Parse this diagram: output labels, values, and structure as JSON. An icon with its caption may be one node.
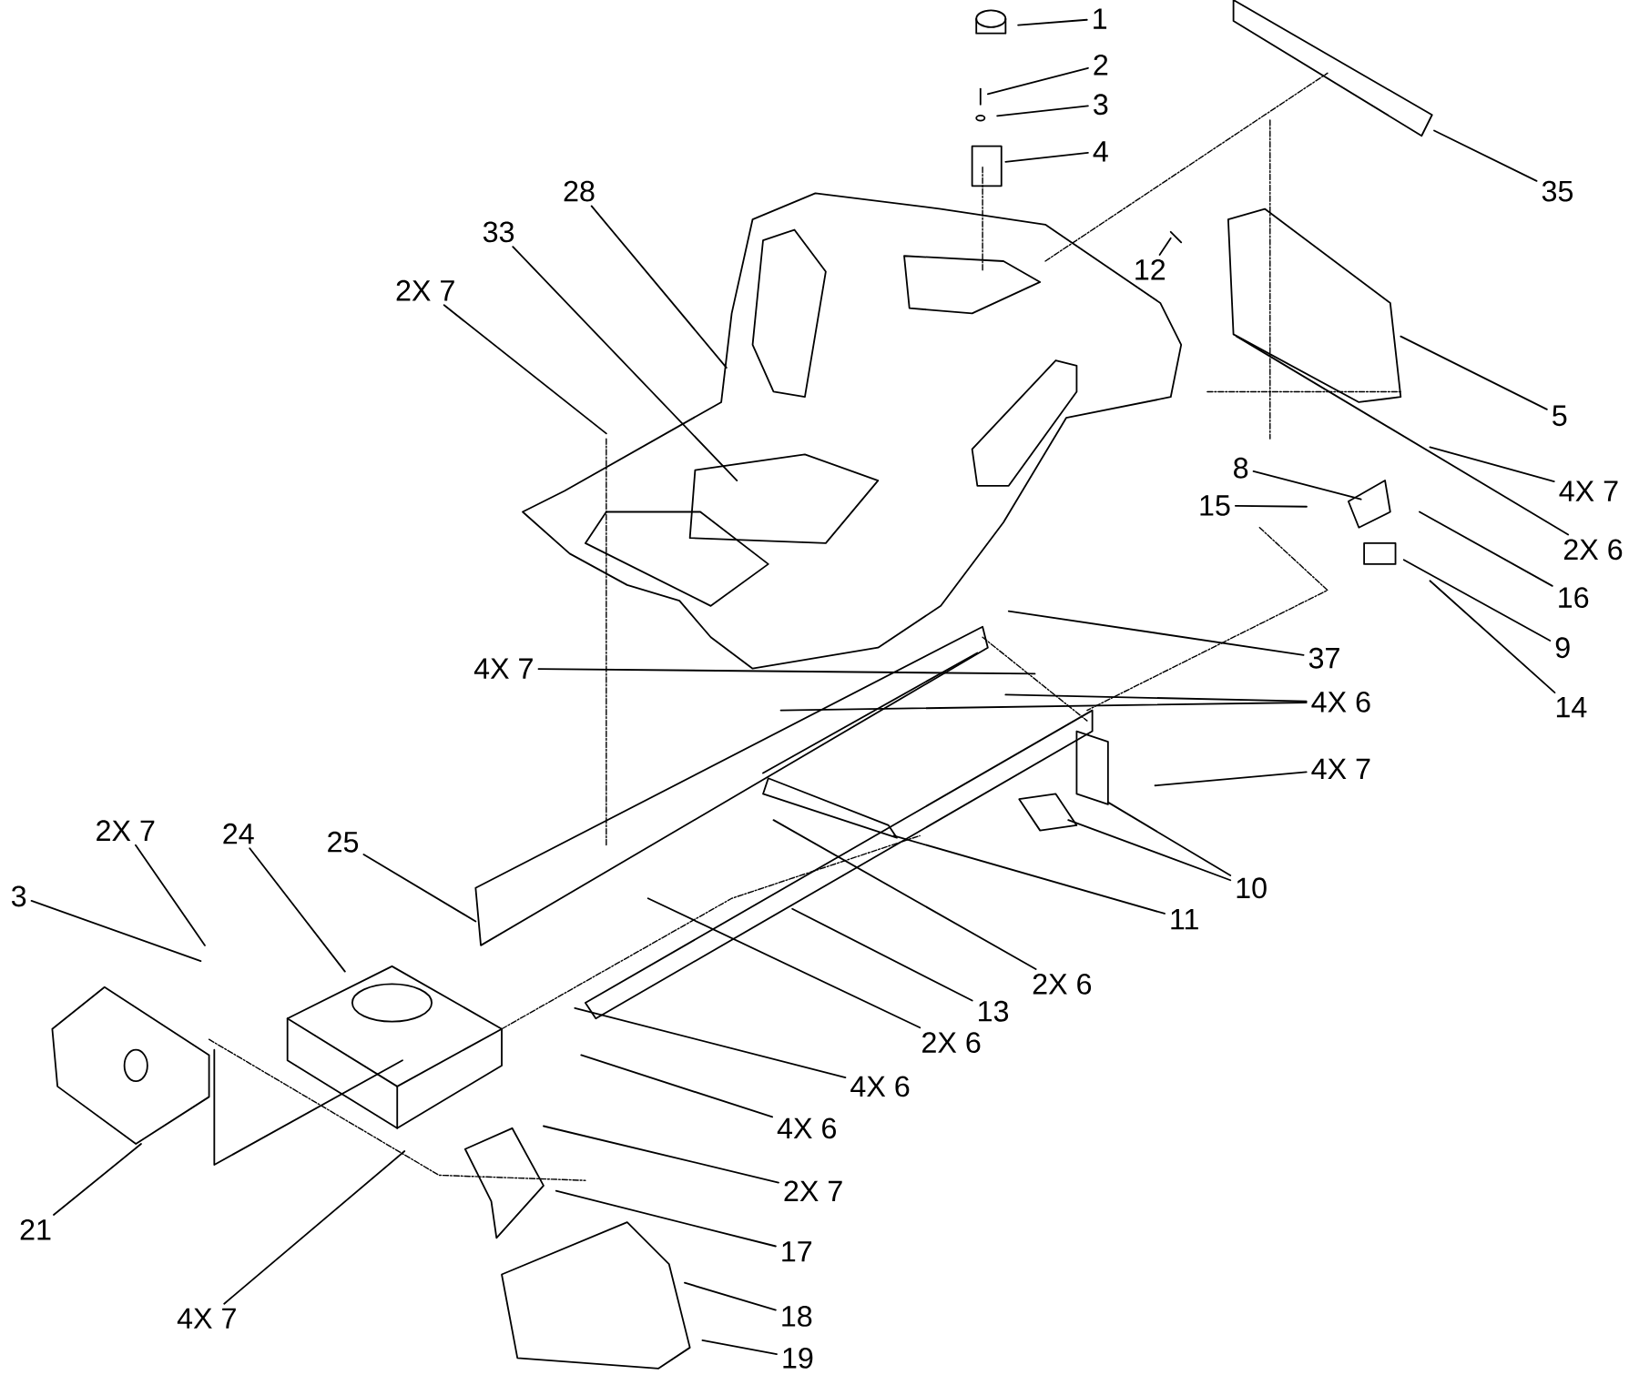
{
  "diagram": {
    "nodes": [
      {
        "text": [
          "1"
        ]
      },
      {
        "text": [
          "2"
        ]
      },
      {
        "text": [
          "3"
        ]
      },
      {
        "text": [
          "4"
        ]
      },
      {
        "text": [
          "35"
        ]
      },
      {
        "text": [
          "28"
        ]
      },
      {
        "text": [
          "33"
        ]
      },
      {
        "text": [
          "2X 7"
        ]
      },
      {
        "text": [
          "12"
        ]
      },
      {
        "text": [
          "5"
        ]
      },
      {
        "text": [
          "4X 7"
        ]
      },
      {
        "text": [
          "8"
        ]
      },
      {
        "text": [
          "15"
        ]
      },
      {
        "text": [
          "2X 6"
        ]
      },
      {
        "text": [
          "16"
        ]
      },
      {
        "text": [
          "9"
        ]
      },
      {
        "text": [
          "14"
        ]
      },
      {
        "text": [
          "37"
        ]
      },
      {
        "text": [
          "4X 7"
        ]
      },
      {
        "text": [
          "4X 6"
        ]
      },
      {
        "text": [
          "4X 7"
        ]
      },
      {
        "text": [
          "24"
        ]
      },
      {
        "text": [
          "2X 7"
        ]
      },
      {
        "text": [
          "25"
        ]
      },
      {
        "text": [
          "10"
        ]
      },
      {
        "text": [
          "11"
        ]
      },
      {
        "text": [
          "3"
        ]
      },
      {
        "text": [
          "2X 6"
        ]
      },
      {
        "text": [
          "13"
        ]
      },
      {
        "text": [
          "2X 6"
        ]
      },
      {
        "text": [
          "4X 6"
        ]
      },
      {
        "text": [
          "4X 6"
        ]
      },
      {
        "text": [
          "2X 7"
        ]
      },
      {
        "text": [
          "21"
        ]
      },
      {
        "text": [
          "17"
        ]
      },
      {
        "text": [
          "18"
        ]
      },
      {
        "text": [
          "4X 7"
        ]
      },
      {
        "text": [
          "19"
        ]
      }
    ],
    "edges": [
      {
        "from": 0,
        "to": null,
        "arrow": "none"
      },
      {
        "from": 1,
        "to": null,
        "arrow": "none"
      },
      {
        "from": 2,
        "to": null,
        "arrow": "none"
      },
      {
        "from": 3,
        "to": null,
        "arrow": "none"
      },
      {
        "from": 4,
        "to": null,
        "arrow": "none"
      },
      {
        "from": 5,
        "to": null,
        "arrow": "none"
      },
      {
        "from": 6,
        "to": null,
        "arrow": "none"
      },
      {
        "from": 7,
        "to": null,
        "arrow": "none"
      },
      {
        "from": 8,
        "to": null,
        "arrow": "none"
      },
      {
        "from": 9,
        "to": null,
        "arrow": "none"
      },
      {
        "from": 10,
        "to": null,
        "arrow": "none"
      },
      {
        "from": 11,
        "to": null,
        "arrow": "none"
      },
      {
        "from": 12,
        "to": null,
        "arrow": "none"
      },
      {
        "from": 13,
        "to": null,
        "arrow": "none"
      },
      {
        "from": 14,
        "to": null,
        "arrow": "none"
      },
      {
        "from": 15,
        "to": null,
        "arrow": "none"
      },
      {
        "from": 16,
        "to": null,
        "arrow": "none"
      },
      {
        "from": 17,
        "to": null,
        "arrow": "none"
      },
      {
        "from": 18,
        "to": null,
        "arrow": "none"
      },
      {
        "from": 19,
        "to": null,
        "arrow": "none"
      },
      {
        "from": 19,
        "to": null,
        "arrow": "none"
      },
      {
        "from": 20,
        "to": null,
        "arrow": "none"
      },
      {
        "from": 21,
        "to": null,
        "arrow": "none"
      },
      {
        "from": 22,
        "to": null,
        "arrow": "none"
      },
      {
        "from": 23,
        "to": null,
        "arrow": "none"
      },
      {
        "from": 24,
        "to": null,
        "arrow": "none"
      },
      {
        "from": 24,
        "to": null,
        "arrow": "none"
      },
      {
        "from": 25,
        "to": null,
        "arrow": "none"
      },
      {
        "from": 26,
        "to": null,
        "arrow": "none"
      },
      {
        "from": 27,
        "to": null,
        "arrow": "none"
      },
      {
        "from": 28,
        "to": null,
        "arrow": "none"
      },
      {
        "from": 29,
        "to": null,
        "arrow": "none"
      },
      {
        "from": 30,
        "to": null,
        "arrow": "none"
      },
      {
        "from": 31,
        "to": null,
        "arrow": "none"
      },
      {
        "from": 32,
        "to": null,
        "arrow": "none"
      },
      {
        "from": 33,
        "to": null,
        "arrow": "none"
      },
      {
        "from": 34,
        "to": null,
        "arrow": "none"
      },
      {
        "from": 35,
        "to": null,
        "arrow": "none"
      },
      {
        "from": 36,
        "to": null,
        "arrow": "none"
      },
      {
        "from": 37,
        "to": null,
        "arrow": "none"
      }
    ]
  }
}
